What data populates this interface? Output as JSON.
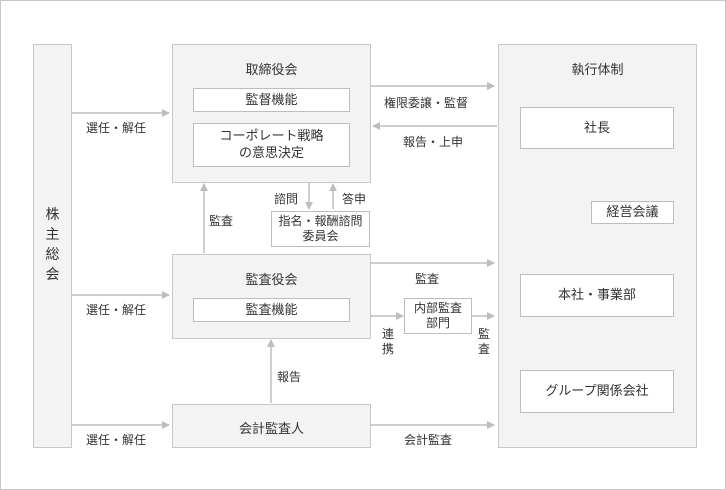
{
  "shareholders": {
    "label": "株主総会"
  },
  "board": {
    "title": "取締役会",
    "functions": [
      "監督機能",
      "コーポレート戦略\nの意思決定"
    ]
  },
  "audit_board": {
    "title": "監査役会",
    "function": "監査機能"
  },
  "accounting_auditor": {
    "title": "会計監査人"
  },
  "nomination_committee": {
    "label": "指名・報酬諮問\n委員会"
  },
  "internal_audit": {
    "label": "内部監査\n部門"
  },
  "execution": {
    "title": "執行体制",
    "president": "社長",
    "management_meeting": "経営会議",
    "hq_divisions": "本社・事業部",
    "group_companies": "グループ関係会社"
  },
  "labels": {
    "elect_dismiss_1": "選任・解任",
    "elect_dismiss_2": "選任・解任",
    "elect_dismiss_3": "選任・解任",
    "delegation": "権限委譲・監督",
    "report_up": "報告・上申",
    "consult": "諮問",
    "answer": "答申",
    "audit_board_arrow": "監査",
    "audit_exec": "監査",
    "cooperation": "連携",
    "internal_audit_arrow": "監査",
    "report": "報告",
    "accounting_audit": "会計監査"
  }
}
